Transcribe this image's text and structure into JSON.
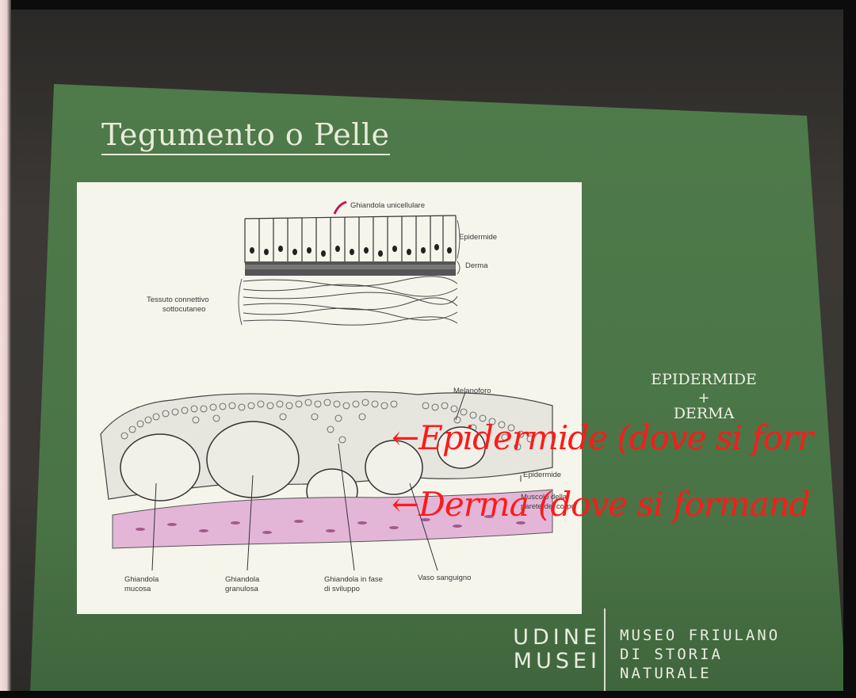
{
  "slide": {
    "title": "Tegumento o Pelle",
    "side_text": {
      "epidermide": "EPIDERMIDE",
      "plus": "+",
      "derma": "DERMA"
    },
    "red_annotations": {
      "epidermide": "←Epidermide (dove si forr",
      "derma": "←Derma (dove si formand"
    },
    "logo": {
      "udine_line1": "UDINE",
      "udine_line2": "MUSEI",
      "museo_line1": "MUSEO FRIULANO",
      "museo_line2": "DI STORIA",
      "museo_line3": "NATURALE"
    }
  },
  "figure_top_labels": {
    "ghiandola_unicellulare": "Ghiandola unicellulare",
    "epidermide": "Epidermide",
    "derma": "Derma",
    "tessuto": "Tessuto connettivo",
    "sottocutaneo": "sottocutaneo"
  },
  "figure_bottom_labels": {
    "melanoforo": "Melanoforo",
    "epidermide": "Epidermide",
    "muscolo_line1": "Muscolo della",
    "muscolo_line2": "parete del corpo",
    "mucosa_line1": "Ghiandola",
    "mucosa_line2": "mucosa",
    "granulosa_line1": "Ghiandola",
    "granulosa_line2": "granulosa",
    "sviluppo_line1": "Ghiandola in fase",
    "sviluppo_line2": "di sviluppo",
    "vaso": "Vaso sanguigno"
  },
  "colors": {
    "slide_green": "#4c7748",
    "annotation_red": "#ff1a1a",
    "muscle_pink": "#e3b6d8"
  }
}
